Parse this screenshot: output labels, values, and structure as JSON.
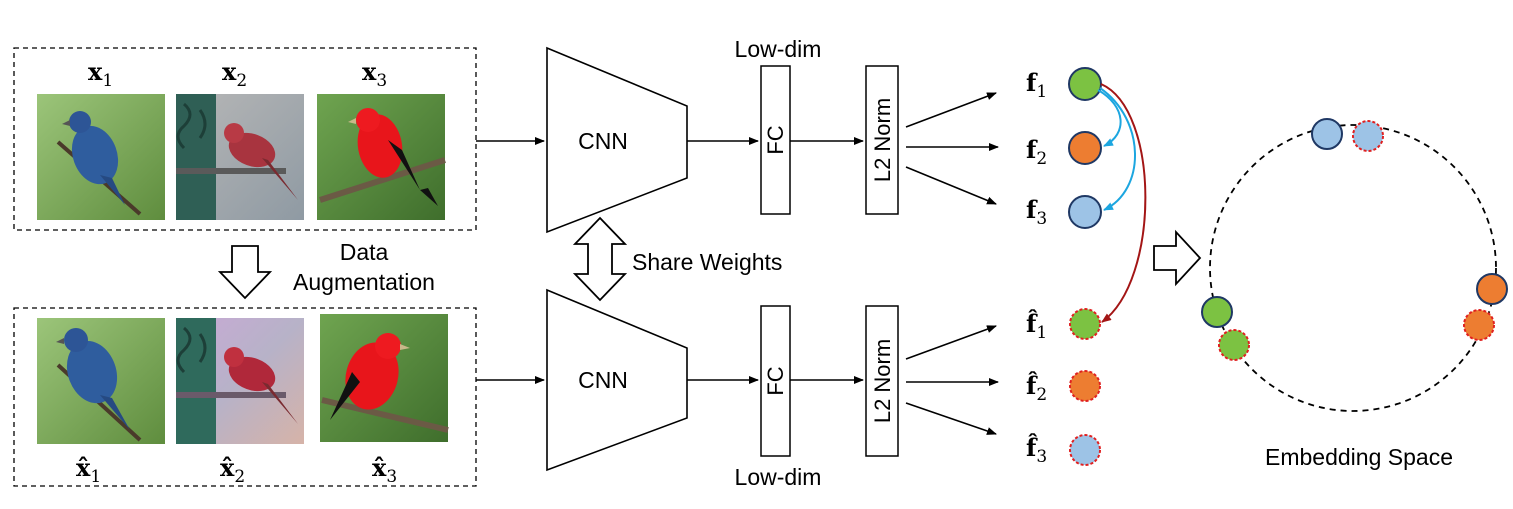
{
  "labels": {
    "x1": "x",
    "x2": "x",
    "x3": "x",
    "xh1": "x̂",
    "xh2": "x̂",
    "xh3": "x̂",
    "sub1": "1",
    "sub2": "2",
    "sub3": "3",
    "data_aug_line1": "Data",
    "data_aug_line2": "Augmentation",
    "cnn_top": "CNN",
    "cnn_bottom": "CNN",
    "share_weights": "Share Weights",
    "low_dim_top": "Low-dim",
    "low_dim_bottom": "Low-dim",
    "fc_top": "FC",
    "fc_bottom": "FC",
    "l2_top": "L2 Norm",
    "l2_bottom": "L2 Norm",
    "f": "f",
    "fhat": "f̂",
    "embedding_space": "Embedding Space"
  },
  "colors": {
    "green": "#7cc242",
    "orange": "#ed7d31",
    "blue": "#9dc3e6",
    "dark_outline": "#1f3864",
    "dashed_red": "#e02020",
    "arc_blue": "#1ca6e0",
    "arc_red": "#a31515"
  },
  "icons": {
    "bird_images": "bird-photo-icon",
    "down_arrow": "hollow-down-arrow-icon",
    "double_arrow": "hollow-double-arrow-icon",
    "right_arrow": "hollow-right-arrow-icon"
  }
}
